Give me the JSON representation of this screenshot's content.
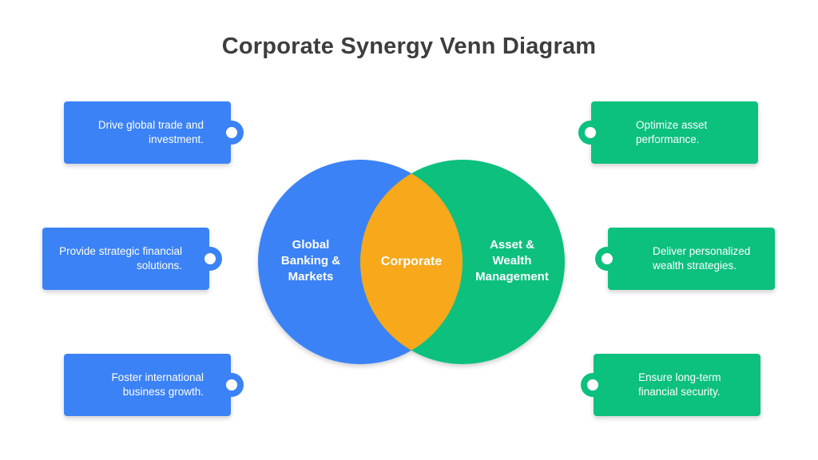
{
  "title": "Corporate Synergy Venn Diagram",
  "colors": {
    "blue": "#3b82f6",
    "green": "#0cc07e",
    "orange": "#f7a81b",
    "title": "#3d3d3d"
  },
  "venn": {
    "left_label": "Global Banking & Markets",
    "center_label": "Corporate",
    "right_label": "Asset & Wealth Management"
  },
  "left_cards": [
    {
      "text": "Drive global trade and investment."
    },
    {
      "text": "Provide strategic financial solutions."
    },
    {
      "text": "Foster international business growth."
    }
  ],
  "right_cards": [
    {
      "text": "Optimize asset performance."
    },
    {
      "text": "Deliver personalized wealth strategies."
    },
    {
      "text": "Ensure long-term financial security."
    }
  ]
}
